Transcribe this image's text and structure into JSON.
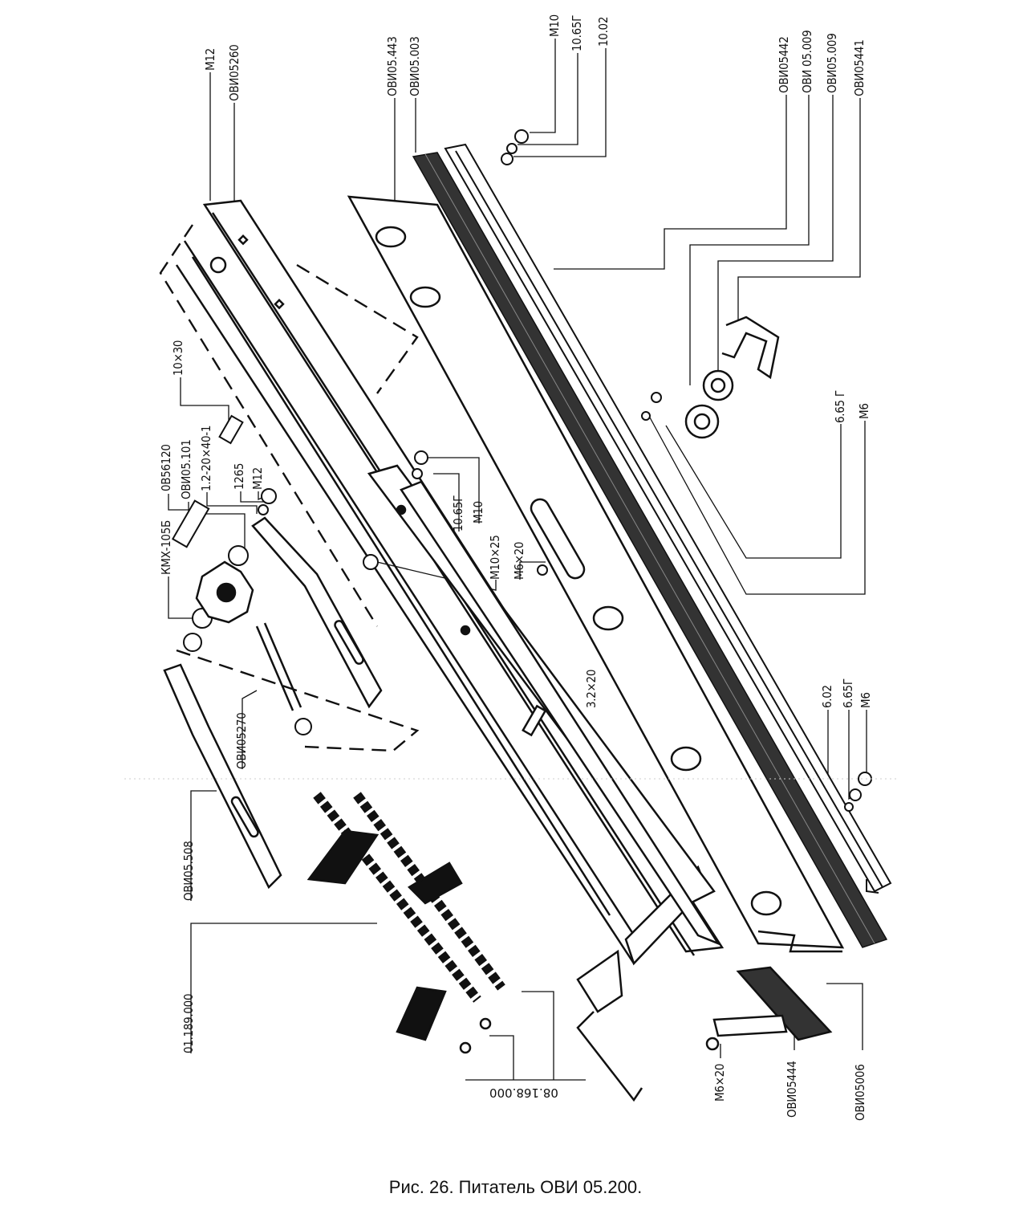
{
  "caption": "Рис. 26. Питатель ОВИ 05.200.",
  "labels": {
    "m12_top": "M12",
    "ovi05260": "ОВИ05260",
    "ovi05_443": "ОВИ05.443",
    "ovi05_003": "ОВИ05.003",
    "m10_top": "M10",
    "w1065_top": "10.65Г",
    "w1002": "10.02",
    "ovi05442": "ОВИ05442",
    "ovi05_009a": "ОВИ 05.009",
    "ovi05_009b": "ОВИ05.009",
    "ovi05441": "ОВИ05441",
    "bolt10x30": "10×30",
    "ov56120": "0В56120",
    "ovi05_101": "ОВИ05.101",
    "spec12": "1.2-20×40-1",
    "n1265": "1265",
    "m12_mid": "M12",
    "kmx": "КМХ-105Б",
    "w1065_mid": "10.65Г",
    "m10_mid": "M10",
    "m10x25": "M10×25",
    "m6x20_mid": "M6×20",
    "pin32x20": "3.2×20",
    "w665_right": "6.65 Г",
    "m6_right": "M6",
    "w602": "6.02",
    "w665_low": "6.65Г",
    "m6_low": "M6",
    "ovi05270": "ОВИ05270",
    "ovi05_508": "ОВИ05.508",
    "chain01189": "01.189.000",
    "chain08168": "08.168.000",
    "m6x20_bottom": "M6×20",
    "ovi05444": "ОВИ05444",
    "ovi05006": "ОВИ05006"
  }
}
